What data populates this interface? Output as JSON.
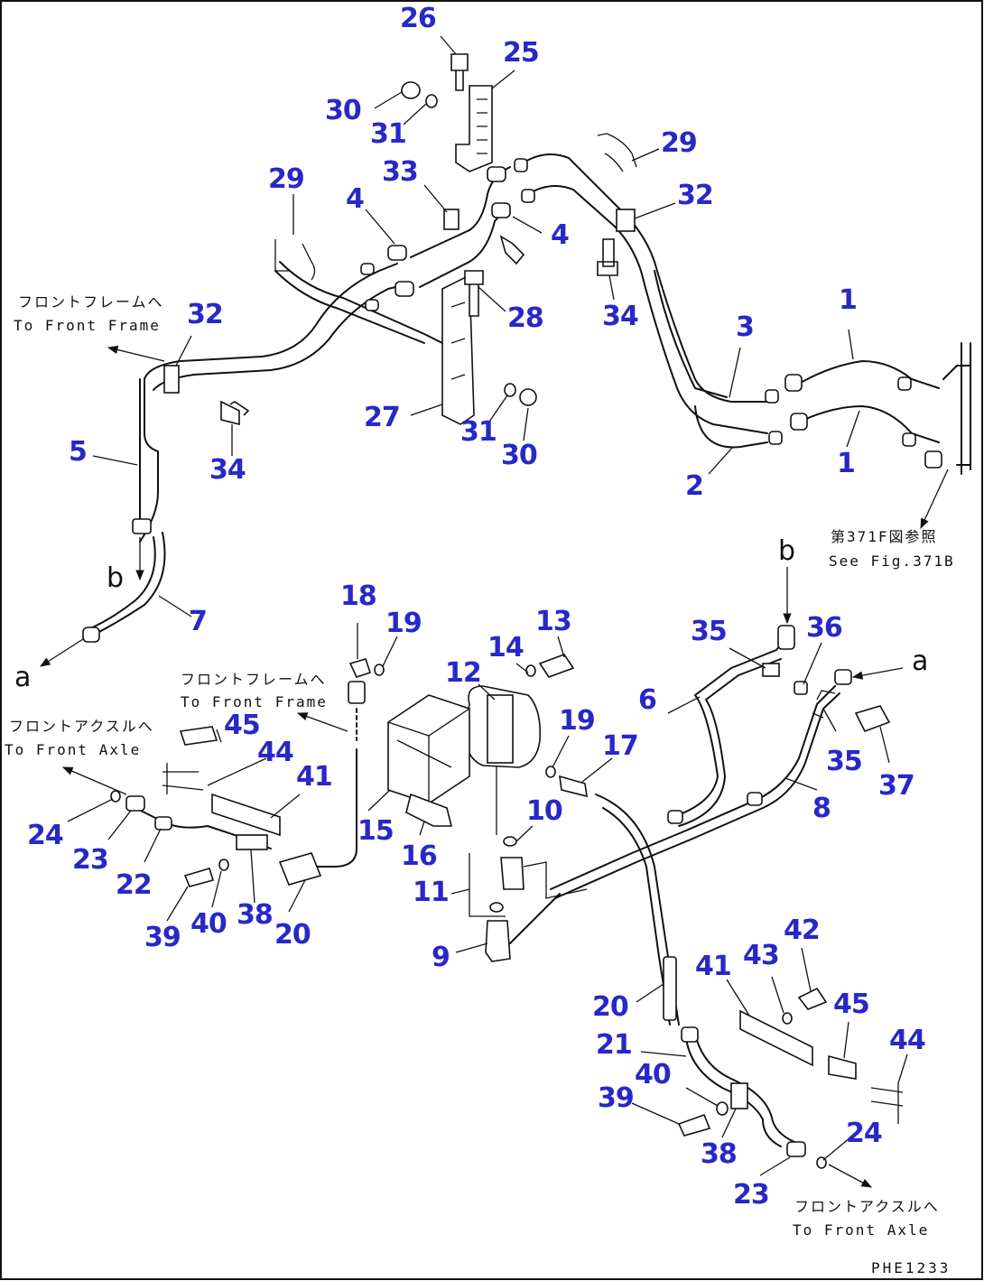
{
  "callouts": {
    "c26": "26",
    "c25": "25",
    "c30a": "30",
    "c31a": "31",
    "c29a": "29",
    "c33": "33",
    "c29b": "29",
    "c4a": "4",
    "c32a": "32",
    "c4b": "4",
    "c28": "28",
    "c34a": "34",
    "c32b": "32",
    "c1a": "1",
    "c3": "3",
    "c27": "27",
    "c31b": "31",
    "c30b": "30",
    "c34b": "34",
    "c5": "5",
    "c2": "2",
    "c1b": "1",
    "c7": "7",
    "c18": "18",
    "c19a": "19",
    "c13": "13",
    "c14": "14",
    "c12": "12",
    "c35a": "35",
    "c36": "36",
    "c6": "6",
    "c19b": "19",
    "c17": "17",
    "c45a": "45",
    "c44a": "44",
    "c41a": "41",
    "c35b": "35",
    "c37": "37",
    "c8": "8",
    "c24a": "24",
    "c23a": "23",
    "c22": "22",
    "c15": "15",
    "c16": "16",
    "c10": "10",
    "c11": "11",
    "c39a": "39",
    "c40a": "40",
    "c38a": "38",
    "c20a": "20",
    "c9": "9",
    "c42": "42",
    "c43": "43",
    "c41b": "41",
    "c45b": "45",
    "c20b": "20",
    "c44b": "44",
    "c21": "21",
    "c40b": "40",
    "c39b": "39",
    "c24b": "24",
    "c38b": "38",
    "c23b": "23"
  },
  "notes": {
    "front_frame_jp_1": "フロントフレームへ",
    "front_frame_en_1": "To Front Frame",
    "front_frame_jp_2": "フロントフレームへ",
    "front_frame_en_2": "To Front Frame",
    "front_axle_jp_1": "フロントアクスルへ",
    "front_axle_en_1": "To Front Axle",
    "front_axle_jp_2": "フロントアクスルへ",
    "front_axle_en_2": "To Front Axle",
    "see_fig_jp": "第371F図参照",
    "see_fig_en": "See Fig.371B"
  },
  "letters": {
    "b_left": "b",
    "a_left": "a",
    "b_right": "b",
    "a_right": "a"
  },
  "figure_code": "PHE1233"
}
